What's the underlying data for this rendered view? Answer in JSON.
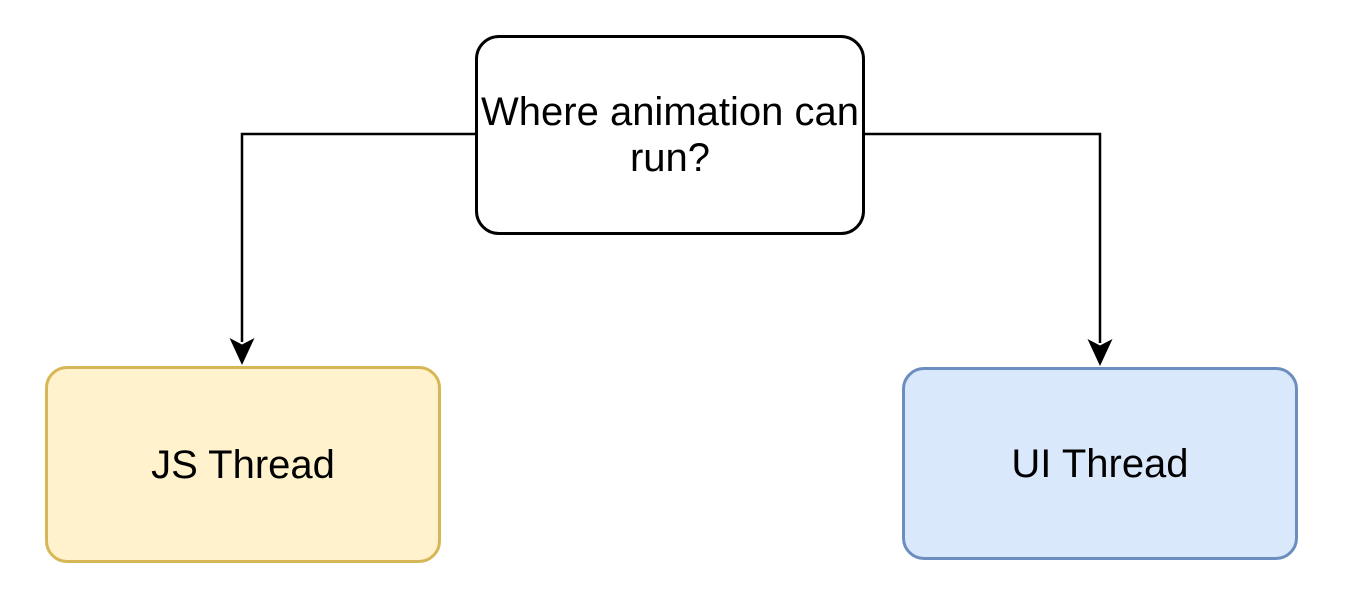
{
  "diagram": {
    "type": "flowchart",
    "background": "#ffffff",
    "nodes": {
      "question": {
        "label": "Where animation can run?",
        "fill": "#ffffff",
        "stroke": "#000000",
        "text_color": "#000000"
      },
      "js_thread": {
        "label": "JS Thread",
        "fill": "#FFF2CC",
        "stroke": "#D6B656",
        "text_color": "#000000"
      },
      "ui_thread": {
        "label": "UI Thread",
        "fill": "#DAE8FC",
        "stroke": "#6C8EBF",
        "text_color": "#000000"
      }
    },
    "edges": [
      {
        "from": "question",
        "to": "js_thread",
        "style": "elbow",
        "arrow": "filled-triangle",
        "color": "#000000"
      },
      {
        "from": "question",
        "to": "ui_thread",
        "style": "elbow",
        "arrow": "filled-triangle",
        "color": "#000000"
      }
    ]
  }
}
